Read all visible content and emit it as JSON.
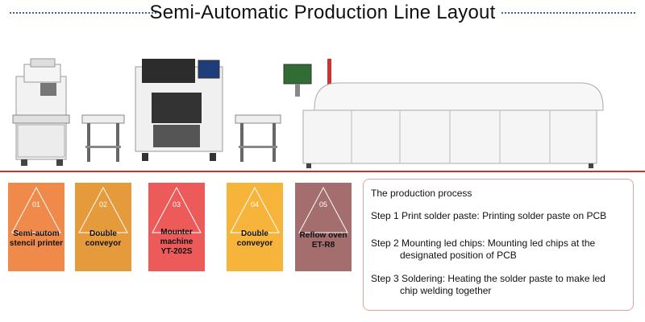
{
  "page": {
    "title": "Semi-Automatic Production Line Layout"
  },
  "steps_cards": [
    {
      "num": "01",
      "line1": "Semi-autom",
      "line2": "stencil printer",
      "line3": "",
      "color": "#f08a4b"
    },
    {
      "num": "02",
      "line1": "Double",
      "line2": "conveyor",
      "line3": "",
      "color": "#e59a3c"
    },
    {
      "num": "03",
      "line1": "Mounter",
      "line2": "machine",
      "line3": "YT-202S",
      "color": "#ec5a5a"
    },
    {
      "num": "04",
      "line1": "Double",
      "line2": "conveyor",
      "line3": "",
      "color": "#f7b43a"
    },
    {
      "num": "05",
      "line1": "Reflow oven",
      "line2": "ET-R8",
      "line3": "",
      "color": "#a46e6e"
    }
  ],
  "process": {
    "title": "The production process",
    "step1": "Step 1 Print solder paste: Printing solder paste on PCB",
    "step2a": "Step 2 Mounting led chips: Mounting led chips at the",
    "step2b": "designated position of PCB",
    "step3a": "Step 3 Soldering: Heating the solder paste to make led",
    "step3b": "chip welding together"
  },
  "colors": {
    "accent_line": "#c9302c",
    "dots": "#2b6cb0",
    "box_border": "#e6a0a0"
  }
}
